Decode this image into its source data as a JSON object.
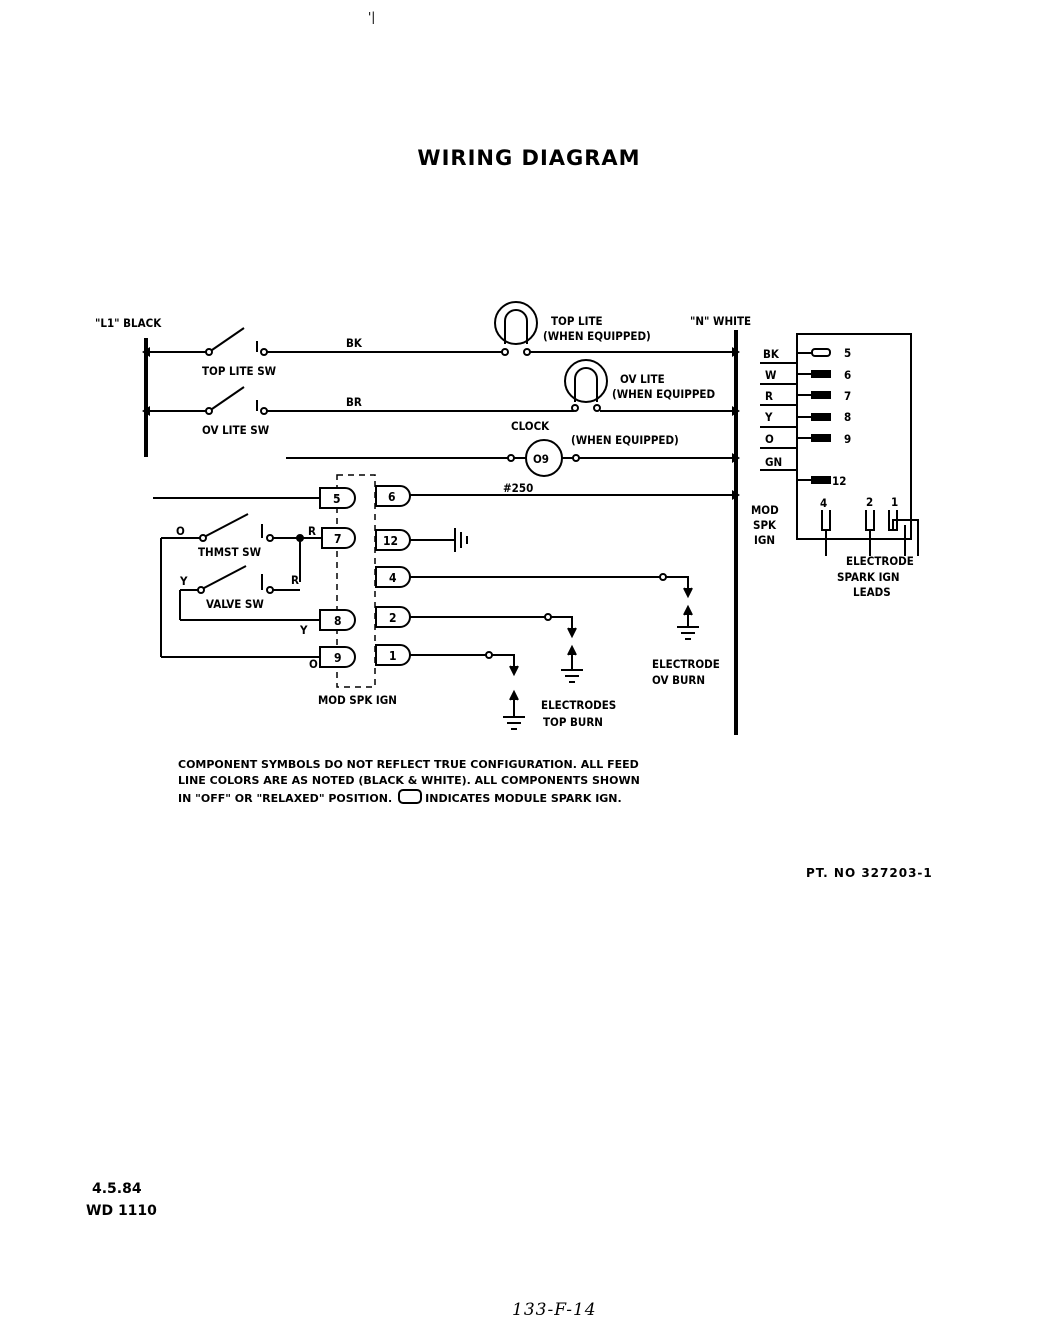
{
  "title": "WIRING DIAGRAM",
  "top_mark": "'|",
  "labels": {
    "l1": "\"L1\" BLACK",
    "n": "\"N\" WHITE",
    "top_lite_sw": "TOP LITE SW",
    "ov_lite_sw": "OV LITE SW",
    "bk": "BK",
    "br": "BR",
    "top_lite": "TOP LITE",
    "top_lite_eq": "(WHEN EQUIPPED)",
    "ov_lite": "OV LITE",
    "ov_lite_eq": "(WHEN EQUIPPED",
    "clock": "CLOCK",
    "clock_eq": "(WHEN EQUIPPED)",
    "clock_sym": "O9",
    "clock_note": "#250",
    "thmst_sw": "THMST SW",
    "valve_sw": "VALVE SW",
    "o": "O",
    "y": "Y",
    "r": "R",
    "mod_spk_ign": "MOD SPK IGN",
    "mod_side": [
      "MOD",
      "SPK",
      "IGN"
    ],
    "electrode_ov": [
      "ELECTRODE",
      "OV BURN"
    ],
    "electrodes_top": [
      "ELECTRODES",
      "TOP BURN"
    ],
    "electrode_leads": [
      "ELECTRODE",
      "SPARK IGN",
      "LEADS"
    ]
  },
  "left_pins": [
    "5",
    "7",
    "8",
    "9"
  ],
  "right_pins": [
    "6",
    "12",
    "4",
    "2",
    "1"
  ],
  "module_box": {
    "wires": [
      "BK",
      "W",
      "R",
      "Y",
      "O",
      "GN"
    ],
    "terminals": [
      "5",
      "6",
      "7",
      "8",
      "9",
      "12"
    ],
    "leads": [
      "4",
      "2",
      "1"
    ]
  },
  "notes": {
    "line1": "COMPONENT SYMBOLS DO NOT REFLECT TRUE CONFIGURATION.  ALL FEED",
    "line2": "LINE COLORS ARE AS NOTED (BLACK & WHITE).  ALL COMPONENTS SHOWN",
    "line3a": "IN \"OFF\" OR \"RELAXED\" POSITION.",
    "line3b": "INDICATES MODULE SPARK IGN."
  },
  "part_no": "PT. NO 327203-1",
  "date": "4.5.84",
  "doc_id": "WD 1110",
  "handwritten": "133-F-14"
}
